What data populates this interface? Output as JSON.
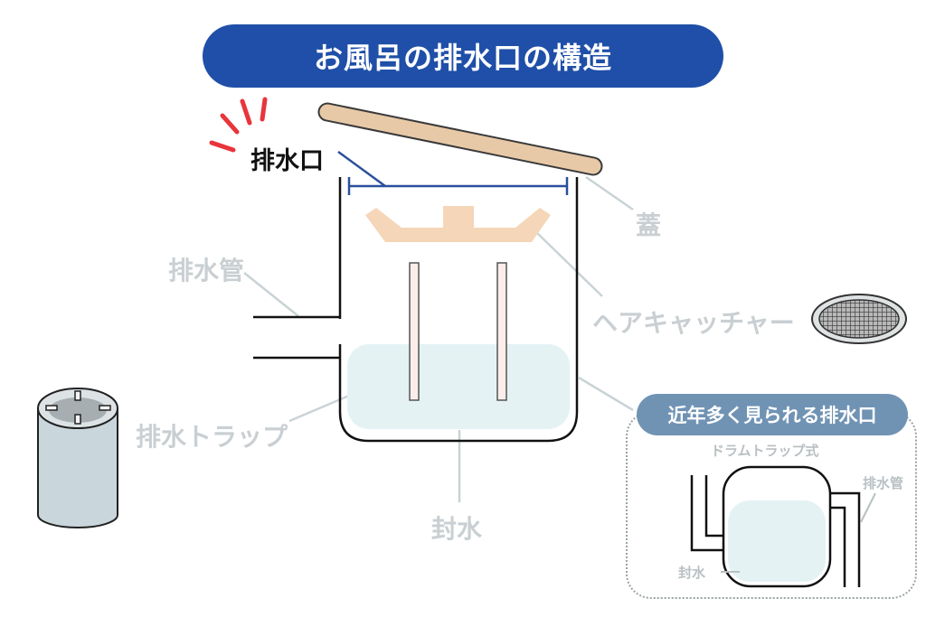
{
  "title": "お風呂の排水口の構造",
  "labels": {
    "drain_outlet": "排水口",
    "lid": "蓋",
    "drain_pipe": "排水管",
    "hair_catcher": "ヘアキャッチャー",
    "drain_trap": "排水トラップ",
    "water_seal": "封水"
  },
  "inset": {
    "heading": "近年多く見られる排水口",
    "subtitle": "ドラムトラップ式",
    "drain_pipe": "排水管",
    "water_seal": "封水"
  },
  "colors": {
    "title_bg": "#1f4fa8",
    "inset_heading_bg": "#7093b4",
    "lid": "#e8c9a7",
    "hair_catcher": "#f5d6b8",
    "water": "#e4f2f4",
    "accent_red": "#e8353b",
    "measure_line": "#2a4f9c"
  }
}
